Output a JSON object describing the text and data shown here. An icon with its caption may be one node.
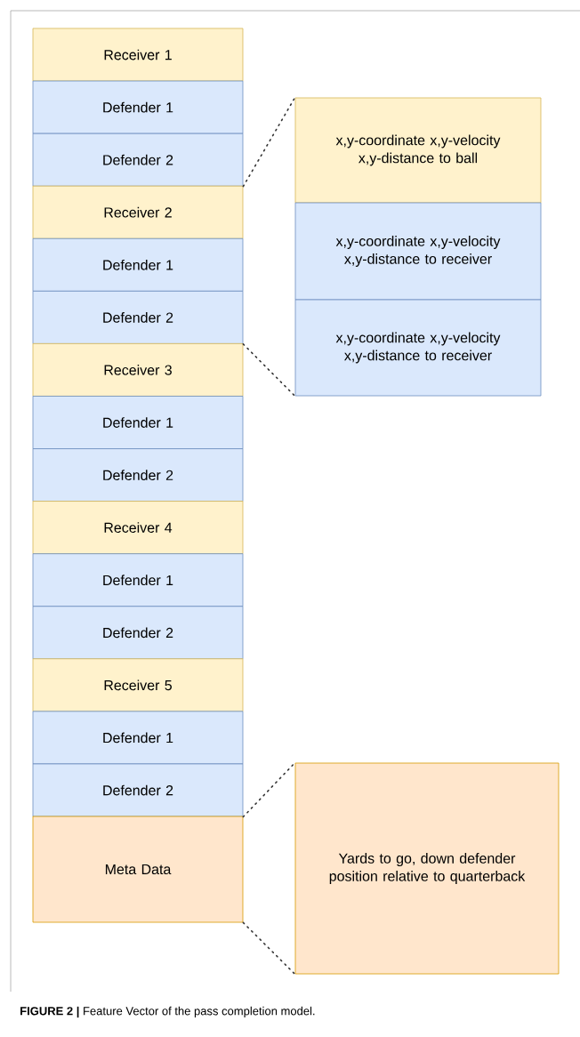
{
  "diagram": {
    "caption": "**FIGURE 2 |** Feature Vector of the pass completion model.",
    "nodes": [
      {
        "text": [
          "Receiver 1"
        ]
      },
      {
        "text": [
          "Defender 1"
        ]
      },
      {
        "text": [
          "Defender 2"
        ]
      },
      {
        "text": [
          "Receiver 2"
        ]
      },
      {
        "text": [
          "Defender 1"
        ]
      },
      {
        "text": [
          "Defender 2"
        ]
      },
      {
        "text": [
          "Receiver 3"
        ]
      },
      {
        "text": [
          "Defender 1"
        ]
      },
      {
        "text": [
          "Defender 2"
        ]
      },
      {
        "text": [
          "Receiver 4"
        ]
      },
      {
        "text": [
          "Defender 1"
        ]
      },
      {
        "text": [
          "Defender 2"
        ]
      },
      {
        "text": [
          "Receiver 5"
        ]
      },
      {
        "text": [
          "Defender 1"
        ]
      },
      {
        "text": [
          "Defender 2"
        ]
      },
      {
        "text": [
          "Meta Data"
        ]
      },
      {
        "text": [
          "x,y-coordinate x,y-velocity x,y-distance to ball"
        ]
      },
      {
        "text": [
          "x,y-coordinate x,y-velocity x,y-distance to receiver"
        ]
      },
      {
        "text": [
          "x,y-coordinate x,y-velocity x,y-distance to receiver"
        ]
      },
      {
        "text": [
          "Yards to go, down defender position relative to quarterback"
        ]
      }
    ],
    "edges": [
      {
        "from": 2,
        "to": 16,
        "arrow": "none",
        "style": "dashed"
      },
      {
        "from": 5,
        "to": 18,
        "arrow": "none",
        "style": "dashed"
      },
      {
        "from": 14,
        "to": 19,
        "arrow": "none",
        "style": "dashed"
      },
      {
        "from": 15,
        "to": 19,
        "arrow": "none",
        "style": "dashed"
      }
    ]
  }
}
